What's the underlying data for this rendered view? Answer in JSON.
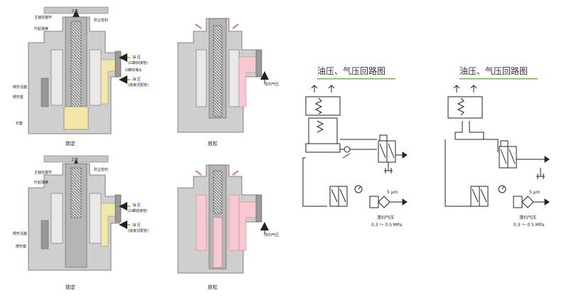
{
  "workpiece_label": "工件",
  "top_labels": [
    "主轴柱塞杆",
    "升起弹簧",
    "防尘密封"
  ],
  "side_labels": [
    "楔形活塞",
    "楔形套",
    "衬套"
  ],
  "bottom_left_labels": [
    "楔形活塞",
    "楔形套"
  ],
  "oil_in_labels": [
    "油 压",
    "(G螺纹接管)",
    "G螺纹堵头"
  ],
  "oil_in_labels_bottom": [
    "油 压",
    "(G螺纹接管)"
  ],
  "oil_out_labels": [
    "油 压",
    "(底板式配管)"
  ],
  "clean_air_label": "清扫气压",
  "captions": {
    "top_left": "锁定",
    "top_right": "放松",
    "bottom_left": "锁定",
    "bottom_right": "放松"
  },
  "circuit_title": "油压、气压回路图",
  "air_label": "清扫气压",
  "pressure_range": "0.3 ～ 0.5 MPa",
  "filter_label": "5 μm",
  "colors": {
    "body": "#c8c8c8",
    "body_dark": "#8e8e8e",
    "oil": "#f3e7a8",
    "air": "#f6c9d3",
    "accent_green": "#7ab648",
    "arrow_blue": "#2f7fd0",
    "arrow_pink": "#e06a8a"
  }
}
